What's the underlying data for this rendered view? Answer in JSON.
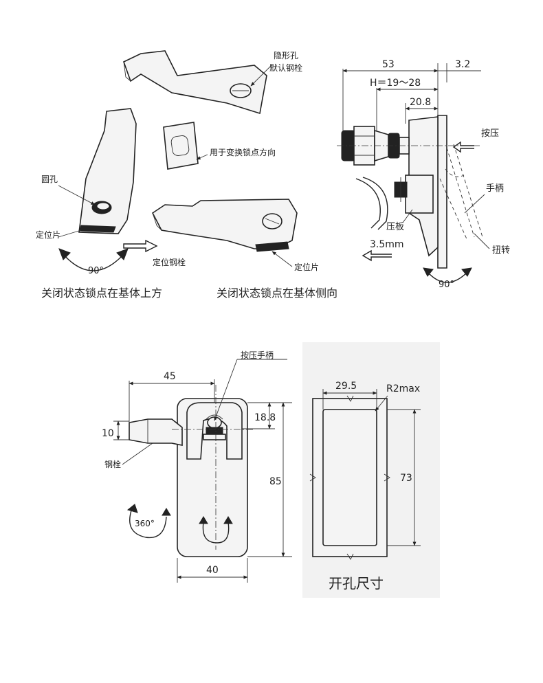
{
  "labels": {
    "hidden_hole": "隐形孔",
    "default_bolt": "默认钢栓",
    "change_direction": "用于变换锁点方向",
    "round_hole": "圆孔",
    "locating_plate_left": "定位片",
    "locating_plate_right": "定位片",
    "locating_bolt": "定位钢栓",
    "angle_90_left": "90°",
    "angle_90_right": "90°",
    "angle_360": "360°",
    "press": "按压",
    "handle": "手柄",
    "twist": "扭转",
    "pressure_plate": "压板",
    "press_handle": "按压手柄",
    "bolt": "钢栓",
    "r2max": "R2max"
  },
  "captions": {
    "closed_above": "关闭状态锁点在基体上方",
    "closed_side": "关闭状态锁点在基体侧向",
    "cutout": "开孔尺寸"
  },
  "dimensions": {
    "d53": "53",
    "d3_2": "3.2",
    "h_range": "H＝19～28",
    "d20_8": "20.8",
    "d3_5": "3.5mm",
    "d45": "45",
    "d10": "10",
    "d18_8": "18.8",
    "d85": "85",
    "d40": "40",
    "d29_5": "29.5",
    "d73": "73"
  },
  "icons": {
    "arrow_right": "arrow-right-icon",
    "arrow_left": "arrow-left-icon",
    "rotate": "rotate-arrow-icon"
  }
}
